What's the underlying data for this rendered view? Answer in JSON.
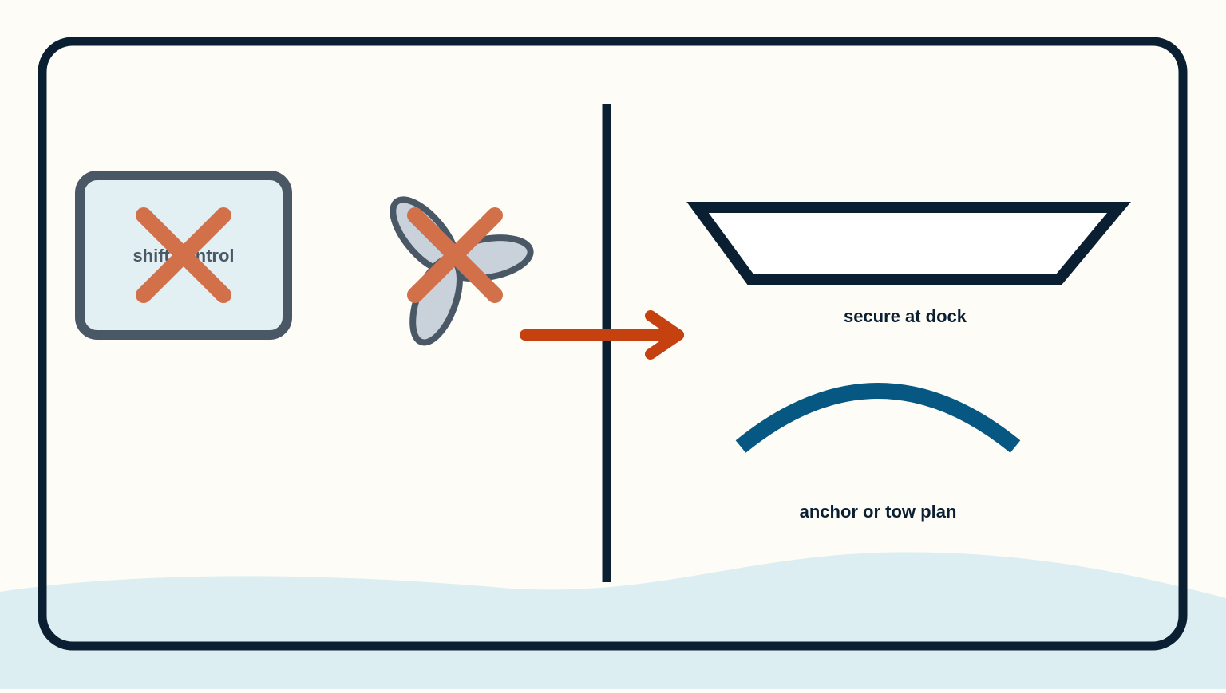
{
  "left_panel": {
    "control_box_label": "shift control"
  },
  "right_panel": {
    "dock_label": "secure at dock",
    "anchor_label": "anchor or tow plan"
  },
  "icons": {
    "control_box": "control-box-icon",
    "propeller": "propeller-icon",
    "cross_mark": "x-cross-icon",
    "arrow": "right-arrow-icon",
    "dock": "dock-icon",
    "anchor_arc": "anchor-arc-icon",
    "water": "water-wave"
  },
  "colors": {
    "background": "#FDFCF7",
    "frame": "#0B1F33",
    "water": "#DCEEF2",
    "cross": "#D27049",
    "arrow": "#C5410F",
    "icon_stroke": "#4A5866",
    "icon_fill_box": "#E2EFF3",
    "icon_fill_prop": "#C9D2DA",
    "arc": "#075783",
    "label_text": "#0B1F33",
    "box_text": "#4A5866"
  }
}
